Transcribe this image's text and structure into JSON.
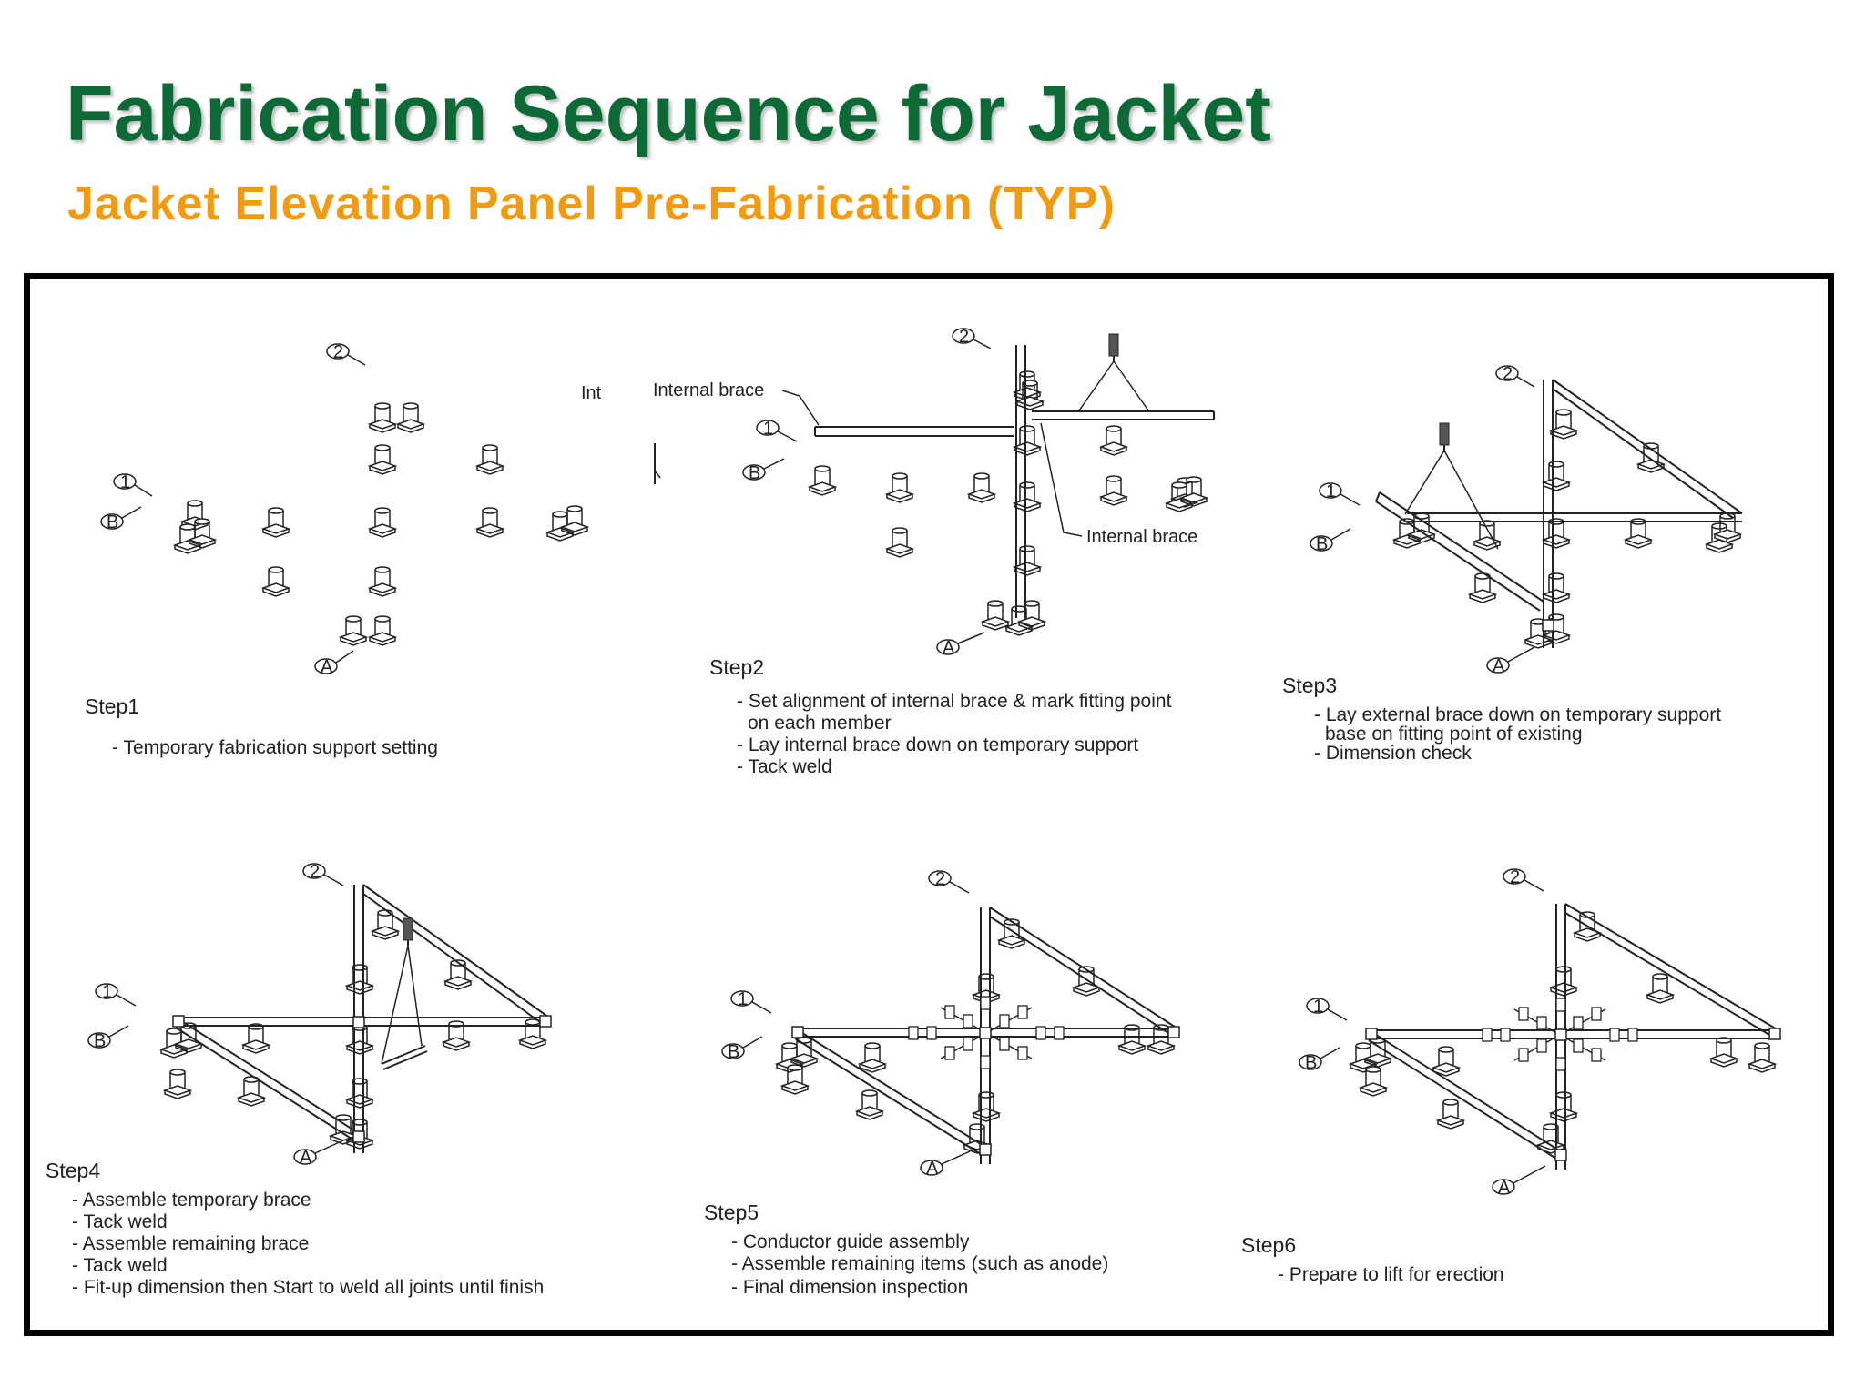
{
  "title": "Fabrication Sequence for Jacket",
  "subtitle": "Jacket Elevation Panel Pre-Fabrication (TYP)",
  "colors": {
    "title": "#0d6a36",
    "subtitle": "#f29a10",
    "frame": "#000000",
    "drawing": "#222222"
  },
  "stray_label": "Int",
  "steps": [
    {
      "heading": "Step1",
      "notes": [
        "- Temporary fabrication support setting"
      ]
    },
    {
      "heading": "Step2",
      "callouts": [
        "Internal brace",
        "Internal brace"
      ],
      "notes": [
        "- Set alignment of internal brace & mark fitting point",
        "on each member",
        "- Lay internal brace down on temporary support",
        "- Tack weld"
      ]
    },
    {
      "heading": "Step3",
      "notes": [
        "- Lay external brace down on temporary support",
        "base on fitting point of existing",
        "- Dimension check"
      ]
    },
    {
      "heading": "Step4",
      "notes": [
        "- Assemble temporary brace",
        "- Tack weld",
        "- Assemble remaining brace",
        "- Tack weld",
        "- Fit-up dimension then Start to weld all joints until finish"
      ]
    },
    {
      "heading": "Step5",
      "notes": [
        "- Conductor guide assembly",
        "- Assemble remaining items (such as anode)",
        "- Final dimension inspection"
      ]
    },
    {
      "heading": "Step6",
      "notes": [
        "- Prepare to lift for erection"
      ]
    }
  ],
  "grid_markers": [
    "2",
    "1",
    "B",
    "A"
  ]
}
